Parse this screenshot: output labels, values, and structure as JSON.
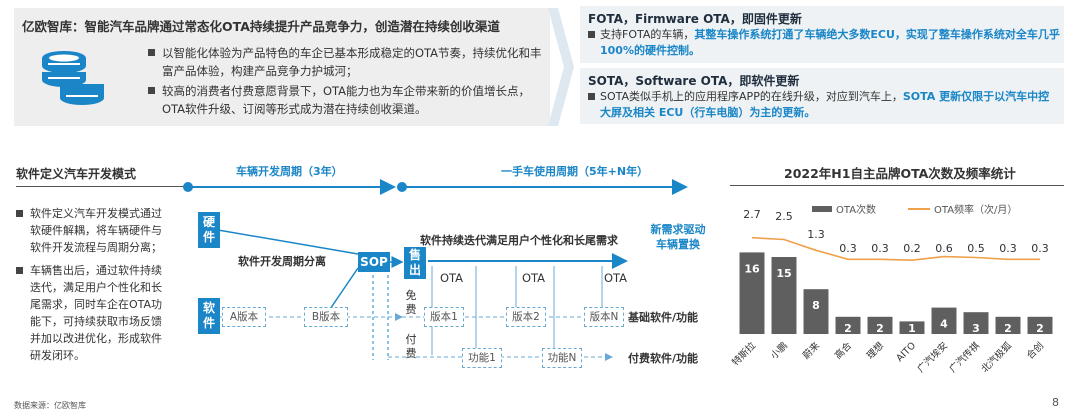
{
  "top_left": {
    "title_brand": "亿欧智库：",
    "title_rest": "智能汽车品牌通过常态化OTA持续提升产品竞争力，创造潜在持续创收渠道",
    "bullets": [
      "以智能化体验为产品特色的车企已基本形成稳定的OTA节奏，持续优化和丰富产品体验，构建产品竞争力护城河；",
      "较高的消费者付费意愿背景下，OTA能力也为车企带来新的价值增长点，OTA软件升级、订阅等形式成为潜在持续创收渠道。"
    ]
  },
  "fota": {
    "head": "FOTA，Firmware OTA，即固件更新",
    "body_plain": "支持FOTA的车辆，",
    "body_highlight": "其整车操作系统打通了车辆绝大多数ECU，实现了整车操作系统对全车几乎100%的硬件控制。"
  },
  "sota": {
    "head": "SOTA，Software OTA，即软件更新",
    "body_plain": "SOTA类似手机上的应用程序APP的在线升级，对应到汽车上，",
    "body_highlight": "SOTA 更新仅限于以汽车中控大屏及相关 ECU（行车电脑）为主的更新。"
  },
  "middle_left": {
    "title": "软件定义汽车开发模式",
    "bullets": [
      "软件定义汽车开发模式通过软硬件解耦，将车辆硬件与软件开发流程与周期分离；",
      "车辆售出后，通过软件持续迭代，满足用户个性化和长尾需求，同时车企在OTA功能下，可持续获取市场反馈并加以改进优化，形成软件研发闭环。"
    ]
  },
  "diagram": {
    "period1": "车辆开发周期（3年）",
    "period2": "一手车使用周期（5年+N年）",
    "hardware": "硬件",
    "software": "软件",
    "sop": "SOP",
    "sold": "售出",
    "separation": "软件开发周期分离",
    "iteration": "软件持续迭代满足用户个性化和长尾需求",
    "new_demand": "新需求驱动车辆置换",
    "ota": "OTA",
    "version_a": "A版本",
    "version_b": "B版本",
    "free": "免费",
    "paid": "付费",
    "v1": "版本1",
    "v2": "版本2",
    "vn": "版本N",
    "f1": "功能1",
    "fn": "功能N",
    "basic": "基础软件/功能",
    "paid_func": "付费软件/功能"
  },
  "chart_data": {
    "type": "bar",
    "title": "2022年H1自主品牌OTA次数及频率统计",
    "categories": [
      "特斯拉",
      "小鹏",
      "蔚来",
      "高合",
      "理想",
      "AITO",
      "广汽埃安",
      "广汽传祺",
      "北汽极狐",
      "合创"
    ],
    "series": [
      {
        "name": "OTA次数",
        "type": "bar",
        "values": [
          16,
          15,
          8,
          2,
          2,
          1,
          4,
          3,
          2,
          2
        ],
        "color": "#5f5f5f"
      },
      {
        "name": "OTA频率（次/月）",
        "type": "line",
        "values": [
          2.7,
          2.5,
          1.3,
          0.3,
          0.3,
          0.2,
          0.6,
          0.5,
          0.3,
          0.3
        ],
        "color": "#f0a04b"
      }
    ],
    "legend": "top",
    "grid": false
  },
  "footer": {
    "source": "数据来源：亿欧智库",
    "page": "8"
  },
  "colors": {
    "accent": "#1a86c7",
    "bar": "#5f5f5f",
    "line": "#f0a04b"
  },
  "icons": {
    "coins": "coin-stack-icon"
  }
}
